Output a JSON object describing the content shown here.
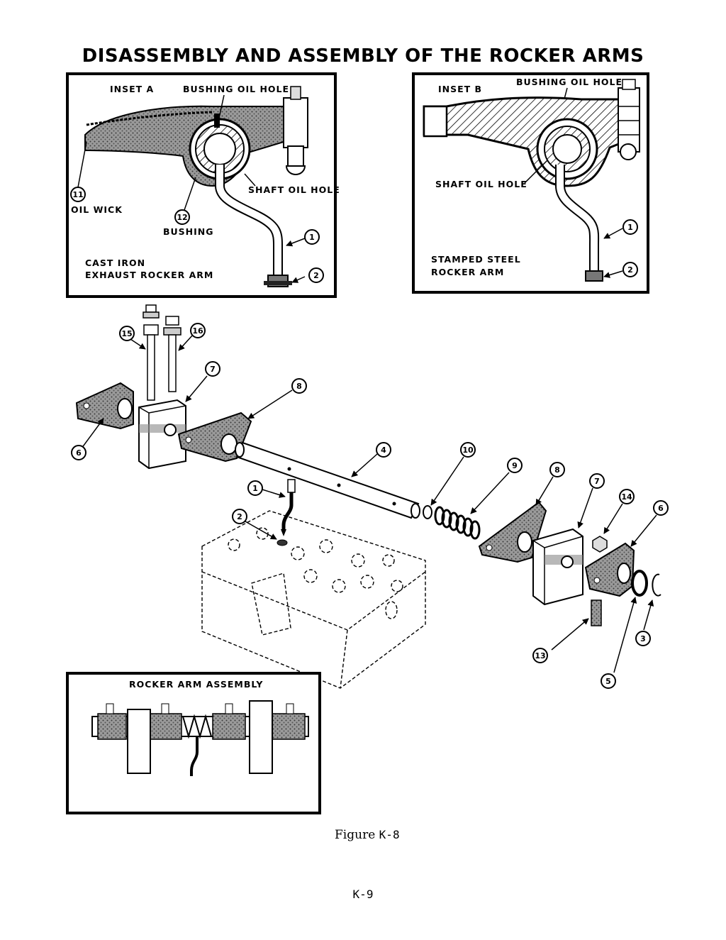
{
  "title": "DISASSEMBLY AND ASSEMBLY OF THE ROCKER ARMS",
  "inset_a": {
    "name": "INSET A",
    "bushing_oil_hole": "BUSHING OIL HOLE",
    "shaft_oil_hole": "SHAFT OIL HOLE",
    "oil_wick": "OIL WICK",
    "bushing": "BUSHING",
    "caption_line1": "CAST IRON",
    "caption_line2": "EXHAUST ROCKER ARM",
    "callouts": [
      "11",
      "12",
      "1",
      "2"
    ]
  },
  "inset_b": {
    "name": "INSET B",
    "bushing_oil_hole": "BUSHING OIL HOLE",
    "shaft_oil_hole": "SHAFT OIL HOLE",
    "caption_line1": "STAMPED STEEL",
    "caption_line2": "ROCKER ARM",
    "callouts": [
      "1",
      "2"
    ]
  },
  "assembly_inset": {
    "label": "ROCKER ARM ASSEMBLY"
  },
  "exploded_callouts": [
    "15",
    "16",
    "7",
    "8",
    "6",
    "4",
    "10",
    "9",
    "8",
    "7",
    "14",
    "6",
    "1",
    "2",
    "13",
    "3",
    "5"
  ],
  "caption": {
    "prefix": "Figure",
    "number": "K-8"
  },
  "page_number": "K-9"
}
